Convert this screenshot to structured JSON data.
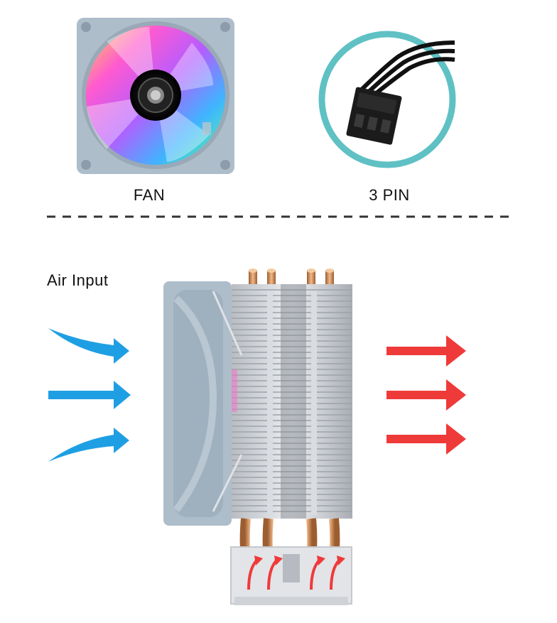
{
  "labels": {
    "fan": "FAN",
    "pin": "3 PIN",
    "air_input": "Air Input"
  },
  "colors": {
    "fan_frame": "#aebdca",
    "pin_ring": "#5fc1c4",
    "arrow_in": "#1f9fe3",
    "arrow_out": "#ef3a3a",
    "copper": "#c98b5a",
    "fin": "#c9ccd1",
    "divider": "#333333"
  },
  "icons": {
    "fan": "rgb-fan-icon",
    "connector": "three-pin-connector-icon",
    "cooler": "cpu-tower-cooler-icon"
  }
}
